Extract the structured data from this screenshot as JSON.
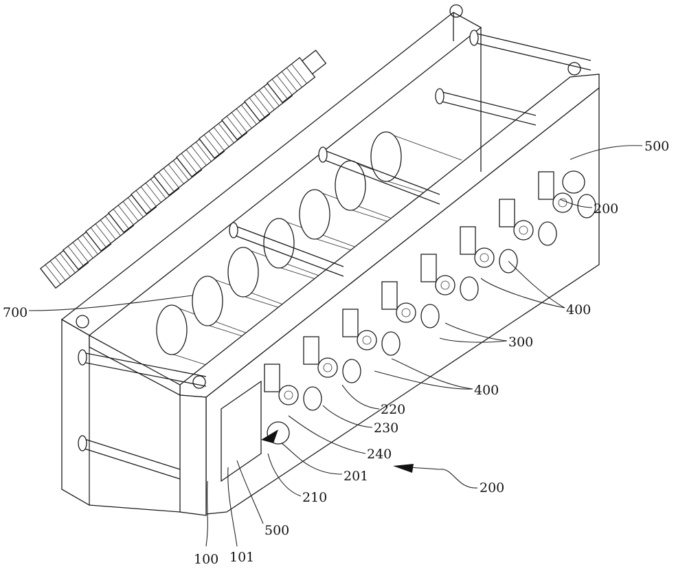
{
  "figure": {
    "labels": [
      "500",
      "200",
      "400",
      "300",
      "400",
      "220",
      "230",
      "240",
      "201",
      "200",
      "210",
      "500",
      "100",
      "101",
      "700"
    ]
  }
}
